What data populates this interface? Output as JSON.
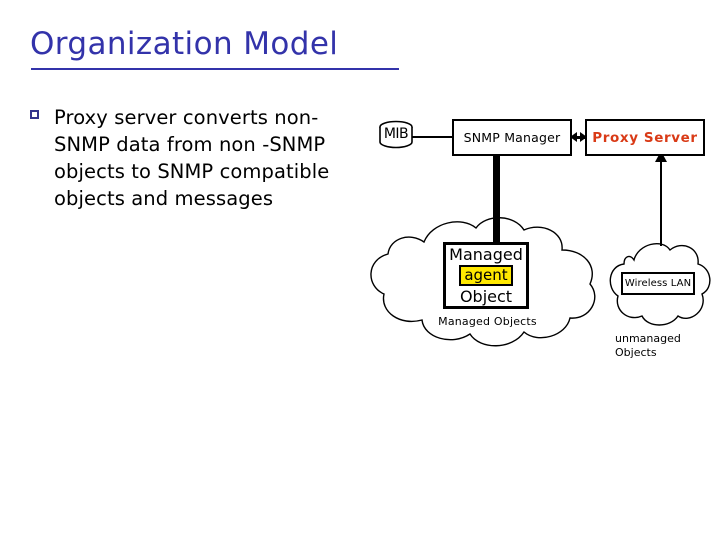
{
  "slide": {
    "title": "Organization Model",
    "title_color": "#3333aa",
    "background": "#ffffff"
  },
  "bullets": [
    {
      "marker": "square-outline-bullet",
      "text": "Proxy server converts non-SNMP data from non -SNMP objects to SNMP compatible objects and messages"
    }
  ],
  "diagram": {
    "nodes": {
      "mib": {
        "label": "MIB",
        "shape": "cylinder-database-icon"
      },
      "snmp_manager": {
        "label": "SNMP Manager",
        "shape": "rectangle"
      },
      "proxy_server": {
        "label": "Proxy Server",
        "shape": "rectangle",
        "text_color": "#d93a16"
      },
      "managed_object": {
        "line1": "Managed",
        "highlight": "agent",
        "line2": "Object",
        "highlight_color": "#ffe800",
        "shape": "rectangle"
      },
      "wireless_lan": {
        "label": "Wireless LAN",
        "shape": "rectangle"
      }
    },
    "clouds": [
      {
        "name": "managed-objects-cloud",
        "caption": "Managed Objects"
      },
      {
        "name": "unmanaged-objects-cloud",
        "caption_line1": "unmanaged",
        "caption_line2": "Objects"
      }
    ],
    "connectors": [
      {
        "name": "mib-to-snmp-manager",
        "style": "plain-line"
      },
      {
        "name": "snmp-manager-to-proxy-server",
        "style": "double-headed-arrow"
      },
      {
        "name": "snmp-manager-to-managed-object",
        "style": "thick-line"
      },
      {
        "name": "unmanaged-cloud-to-proxy-server",
        "style": "single-arrow-up"
      }
    ]
  }
}
